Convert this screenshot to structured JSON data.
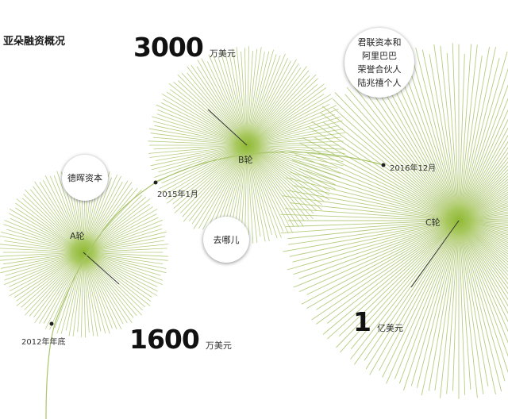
{
  "title": "亚朵融资概况",
  "rounds": [
    {
      "id": "a",
      "label": "A轮",
      "date": "2012年年底",
      "amount": "1600",
      "unit": "万美元",
      "investor_lines": [
        "德晖资本"
      ]
    },
    {
      "id": "b",
      "label": "B轮",
      "date": "2015年1月",
      "amount": "3000",
      "unit": "万美元",
      "investor_lines": [
        "去哪儿"
      ]
    },
    {
      "id": "c",
      "label": "C轮",
      "date": "2016年12月",
      "amount": "1",
      "unit": "亿美元",
      "investor_lines": [
        "君联资本和",
        "阿里巴巴",
        "荣誉合伙人",
        "陆兆禧个人"
      ]
    }
  ],
  "colors": {
    "ray": "#a9c46a",
    "core": "#8fb832",
    "glow": "#c8dc8e",
    "text": "#222222"
  }
}
